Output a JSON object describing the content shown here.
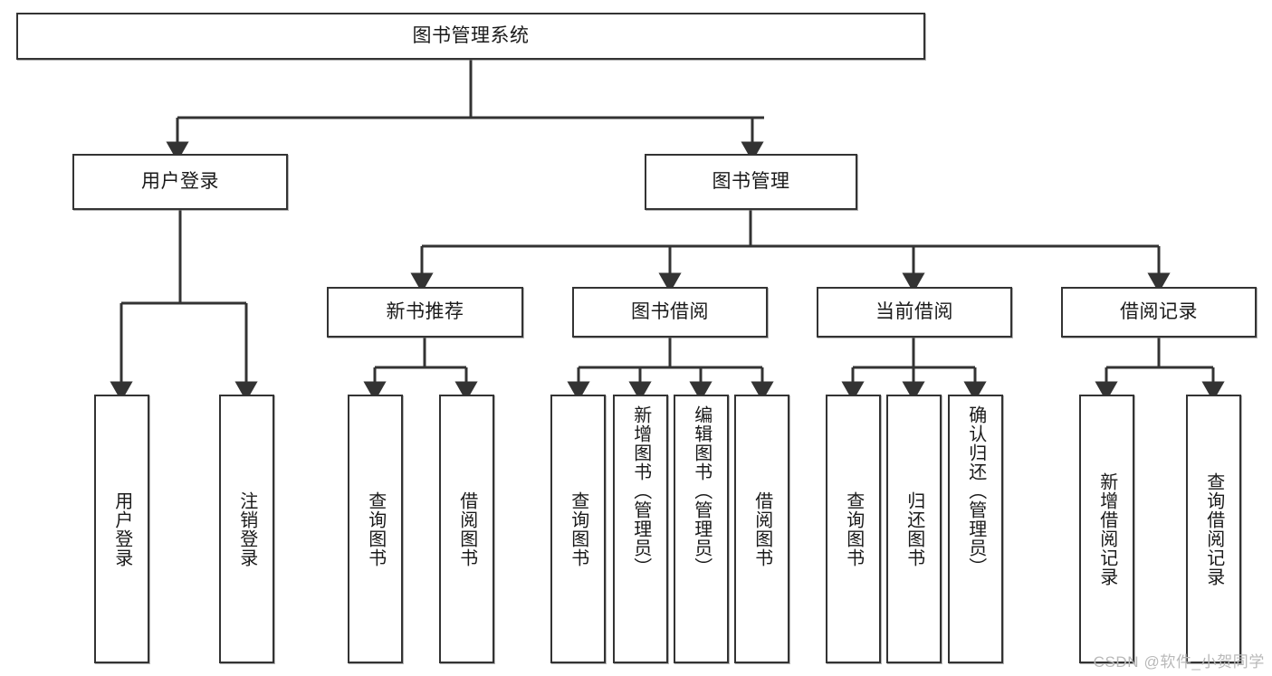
{
  "diagram": {
    "type": "tree-hierarchy",
    "title": "图书管理系统",
    "orientation": "top-down",
    "colors": {
      "box_border": "#333333",
      "box_fill": "#ffffff",
      "connector": "#333333",
      "text": "#1a1a1a",
      "watermark": "#b9b9b9",
      "background": "#ffffff"
    },
    "root": {
      "label": "图书管理系统"
    },
    "level2": [
      {
        "id": "user-login",
        "label": "用户登录"
      },
      {
        "id": "book-manage",
        "label": "图书管理"
      }
    ],
    "level3": [
      {
        "id": "new-book-recommend",
        "label": "新书推荐",
        "parent": "book-manage"
      },
      {
        "id": "book-borrow",
        "label": "图书借阅",
        "parent": "book-manage"
      },
      {
        "id": "current-borrow",
        "label": "当前借阅",
        "parent": "book-manage"
      },
      {
        "id": "borrow-record",
        "label": "借阅记录",
        "parent": "book-manage"
      }
    ],
    "leaves": {
      "user-login": [
        {
          "id": "leaf-user-login",
          "label": "用户登录"
        },
        {
          "id": "leaf-logout-login",
          "label": "注销登录"
        }
      ],
      "new-book-recommend": [
        {
          "id": "leaf-query-book-1",
          "label": "查询图书"
        },
        {
          "id": "leaf-borrow-book-1",
          "label": "借阅图书"
        }
      ],
      "book-borrow": [
        {
          "id": "leaf-query-book-2",
          "label": "查询图书"
        },
        {
          "id": "leaf-add-book",
          "label": "新增图书（管理员）"
        },
        {
          "id": "leaf-edit-book",
          "label": "编辑图书（管理员）"
        },
        {
          "id": "leaf-borrow-book-2",
          "label": "借阅图书"
        }
      ],
      "current-borrow": [
        {
          "id": "leaf-query-book-3",
          "label": "查询图书"
        },
        {
          "id": "leaf-return-book",
          "label": "归还图书"
        },
        {
          "id": "leaf-confirm-return",
          "label": "确认归还（管理员）"
        }
      ],
      "borrow-record": [
        {
          "id": "leaf-add-record",
          "label": "新增借阅记录"
        },
        {
          "id": "leaf-query-record",
          "label": "查询借阅记录"
        }
      ]
    }
  },
  "watermark": {
    "text": "CSDN @软件_小贺同学"
  }
}
